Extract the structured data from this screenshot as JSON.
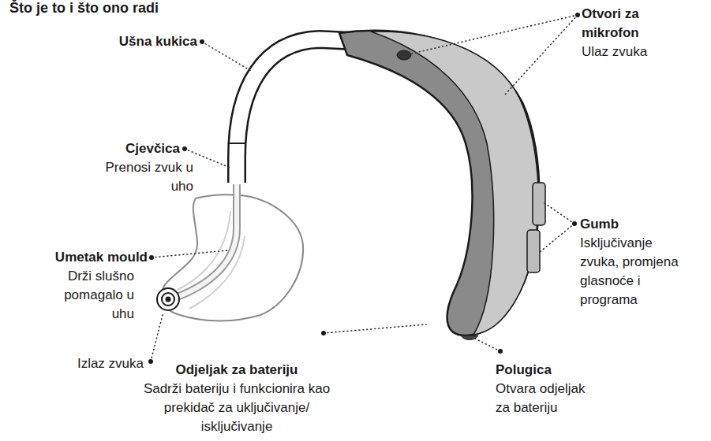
{
  "diagram": {
    "title": "Što je to i što ono radi",
    "labels": [
      "Ušna kukica",
      "Otvori za mikrofon",
      "Ulaz zvuka",
      "Cjevčica",
      "Prenosi zvuk u uho",
      "Gumb",
      "Isključivanje zvuka, promjena glasnoće i programa",
      "Umetak mould",
      "Drži slušno pomagalo u uhu",
      "Izlaz zvuka",
      "Odjeljak za bateriju",
      "Sadrži bateriju i funkcionira kao prekidač za uključivanje/ isključivanje",
      "Polugica",
      "Otvara odjeljak za bateriju"
    ]
  }
}
